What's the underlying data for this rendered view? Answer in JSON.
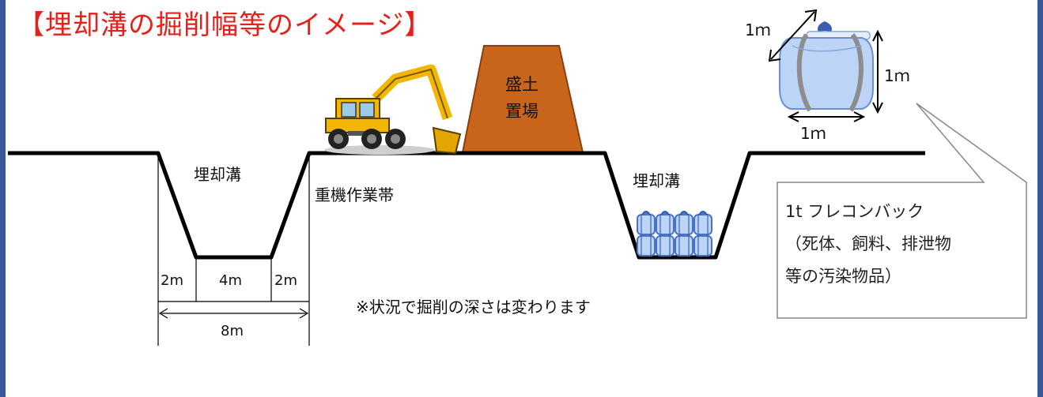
{
  "title": "【埋却溝の掘削幅等のイメージ】",
  "labels": {
    "trench_left": "埋却溝",
    "work_zone": "重機作業帯",
    "trench_right": "埋却溝",
    "mound_line1": "盛土",
    "mound_line2": "置場",
    "note": "※状況で掘削の深さは変わります"
  },
  "dimensions": {
    "slope_left": "2m",
    "bottom_width": "4m",
    "slope_right": "2m",
    "total_width": "8m"
  },
  "bag": {
    "dim_depth": "1ｍ",
    "dim_height": "1ｍ",
    "dim_width": "1ｍ"
  },
  "callout": {
    "line1": "1t フレコンバック",
    "line2": "（死体、飼料、排泄物",
    "line3": "等の汚染物品）"
  },
  "colors": {
    "title": "#e8201a",
    "frame": "#3b5998",
    "mound_fill": "#c8651b",
    "mound_stroke": "#8a4010",
    "excavator_body": "#f2b705",
    "bag_fill": "#bcd4f5",
    "bag_stroke": "#6a8fd6"
  },
  "icons": [
    "excavator-icon",
    "flexible-container-bag-icon",
    "stacked-bags-icon"
  ]
}
